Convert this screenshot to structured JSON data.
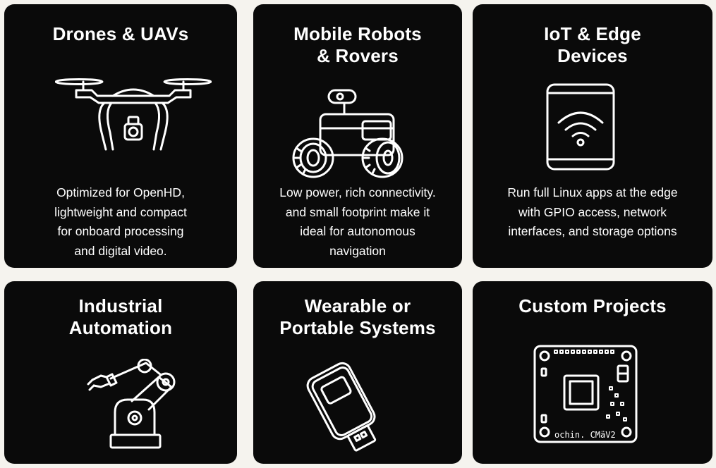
{
  "cards": [
    {
      "title": [
        "Drones & UAVs"
      ],
      "icon": "drone-icon",
      "desc": [
        "Optimized for OpenHD,",
        "lightweight and compact",
        "for onboard processing",
        "and digital video."
      ]
    },
    {
      "title": [
        "Mobile Robots",
        "& Rovers"
      ],
      "icon": "rover-robot-icon",
      "desc": [
        "Low power, rich connectivity.",
        "and small footprint make it",
        "ideal for autonomous",
        "navigation"
      ]
    },
    {
      "title": [
        "IoT & Edge",
        "Devices"
      ],
      "icon": "tablet-wifi-icon",
      "desc": [
        "Run full Linux apps at the edge",
        "with GPIO access, network",
        "interfaces, and storage options"
      ]
    },
    {
      "title": [
        "Industrial",
        "Automation"
      ],
      "icon": "robot-arm-icon",
      "desc": []
    },
    {
      "title": [
        "Wearable or",
        "Portable Systems"
      ],
      "icon": "usb-device-icon",
      "desc": []
    },
    {
      "title": [
        "Custom Projects"
      ],
      "icon": "circuit-board-icon",
      "desc": [],
      "board_label": "ochin. CMäV2"
    }
  ],
  "colors": {
    "background": "#f5f3ee",
    "card": "#0a0a0a",
    "text": "#ffffff"
  }
}
